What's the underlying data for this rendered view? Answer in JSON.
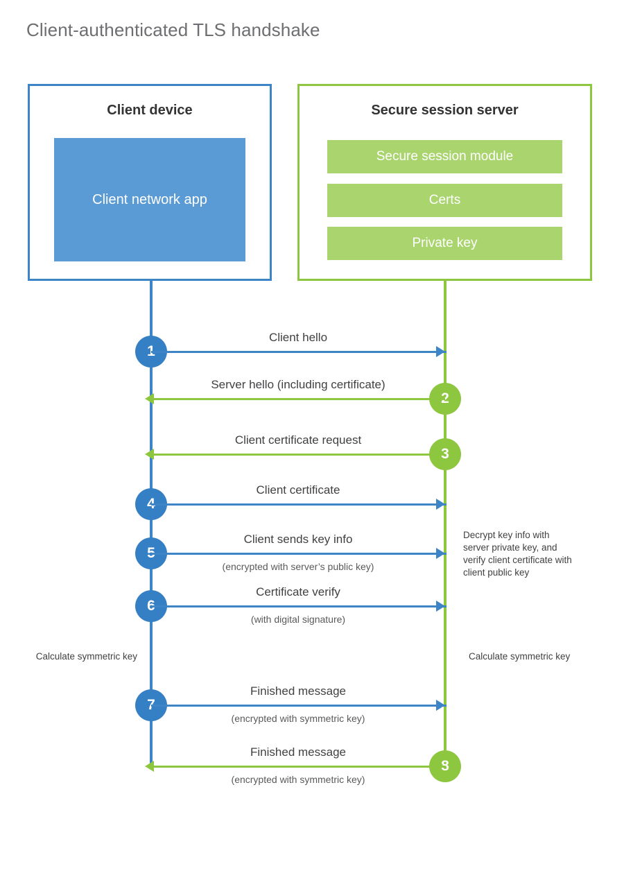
{
  "title": "Client-authenticated TLS handshake",
  "colors": {
    "client_blue": "#3d85c6",
    "client_app_blue": "#5b9bd5",
    "server_green": "#8dc63f",
    "server_module_green": "#a9d46e",
    "text_gray": "#414042",
    "title_gray": "#6d6e71"
  },
  "client": {
    "title": "Client device",
    "app_label": "Client network app"
  },
  "server": {
    "title": "Secure session server",
    "modules": [
      {
        "label": "Secure session module"
      },
      {
        "label": "Certs"
      },
      {
        "label": "Private key"
      }
    ]
  },
  "steps": [
    {
      "number": "1",
      "label": "Client hello",
      "sublabel": "",
      "direction": "client-to-server",
      "side": "client"
    },
    {
      "number": "2",
      "label": "Server hello (including certificate)",
      "sublabel": "",
      "direction": "server-to-client",
      "side": "server"
    },
    {
      "number": "3",
      "label": "Client certificate request",
      "sublabel": "",
      "direction": "server-to-client",
      "side": "server"
    },
    {
      "number": "4",
      "label": "Client certificate",
      "sublabel": "",
      "direction": "client-to-server",
      "side": "client"
    },
    {
      "number": "5",
      "label": "Client sends key info",
      "sublabel": "(encrypted with server’s public key)",
      "direction": "client-to-server",
      "side": "client"
    },
    {
      "number": "6",
      "label": "Certificate verify",
      "sublabel": "(with digital signature)",
      "direction": "client-to-server",
      "side": "client"
    },
    {
      "number": "7",
      "label": "Finished message",
      "sublabel": "(encrypted with symmetric key)",
      "direction": "client-to-server",
      "side": "client"
    },
    {
      "number": "8",
      "label": "Finished message",
      "sublabel": "(encrypted with symmetric key)",
      "direction": "server-to-client",
      "side": "server"
    }
  ],
  "notes": {
    "server_decrypt": "Decrypt key info with server private key, and verify client certificate with client public key",
    "client_calculate": "Calculate symmetric key",
    "server_calculate": "Calculate symmetric key"
  }
}
